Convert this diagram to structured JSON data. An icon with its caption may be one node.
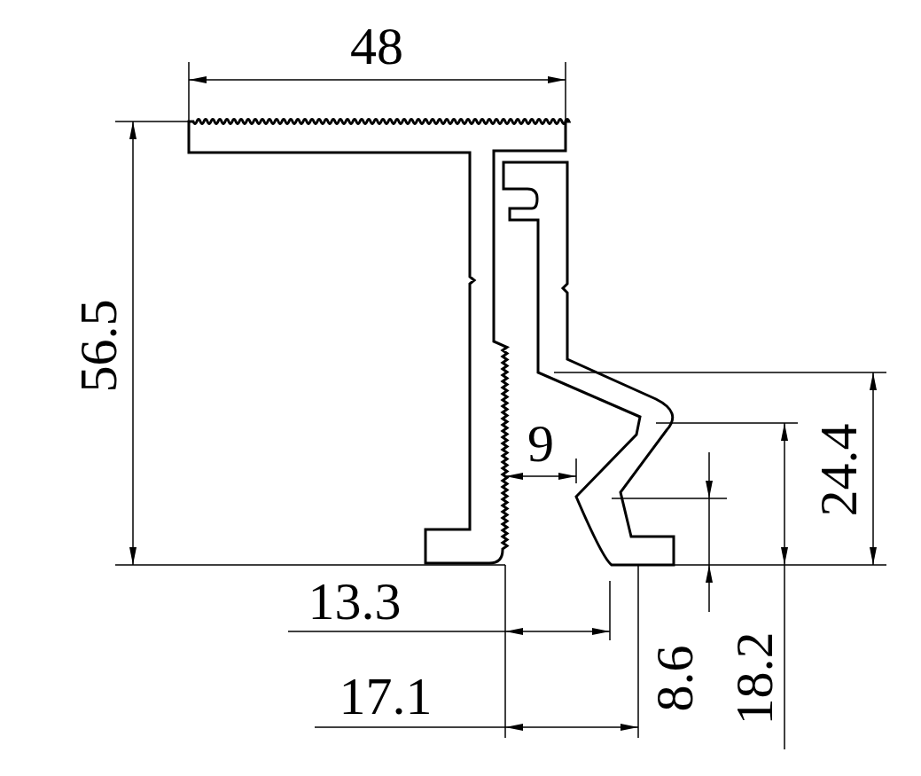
{
  "diagram": {
    "labels": [
      "48",
      "56.5",
      "9",
      "24.4",
      "13.3",
      "8.6",
      "18.2",
      "17.1"
    ]
  }
}
